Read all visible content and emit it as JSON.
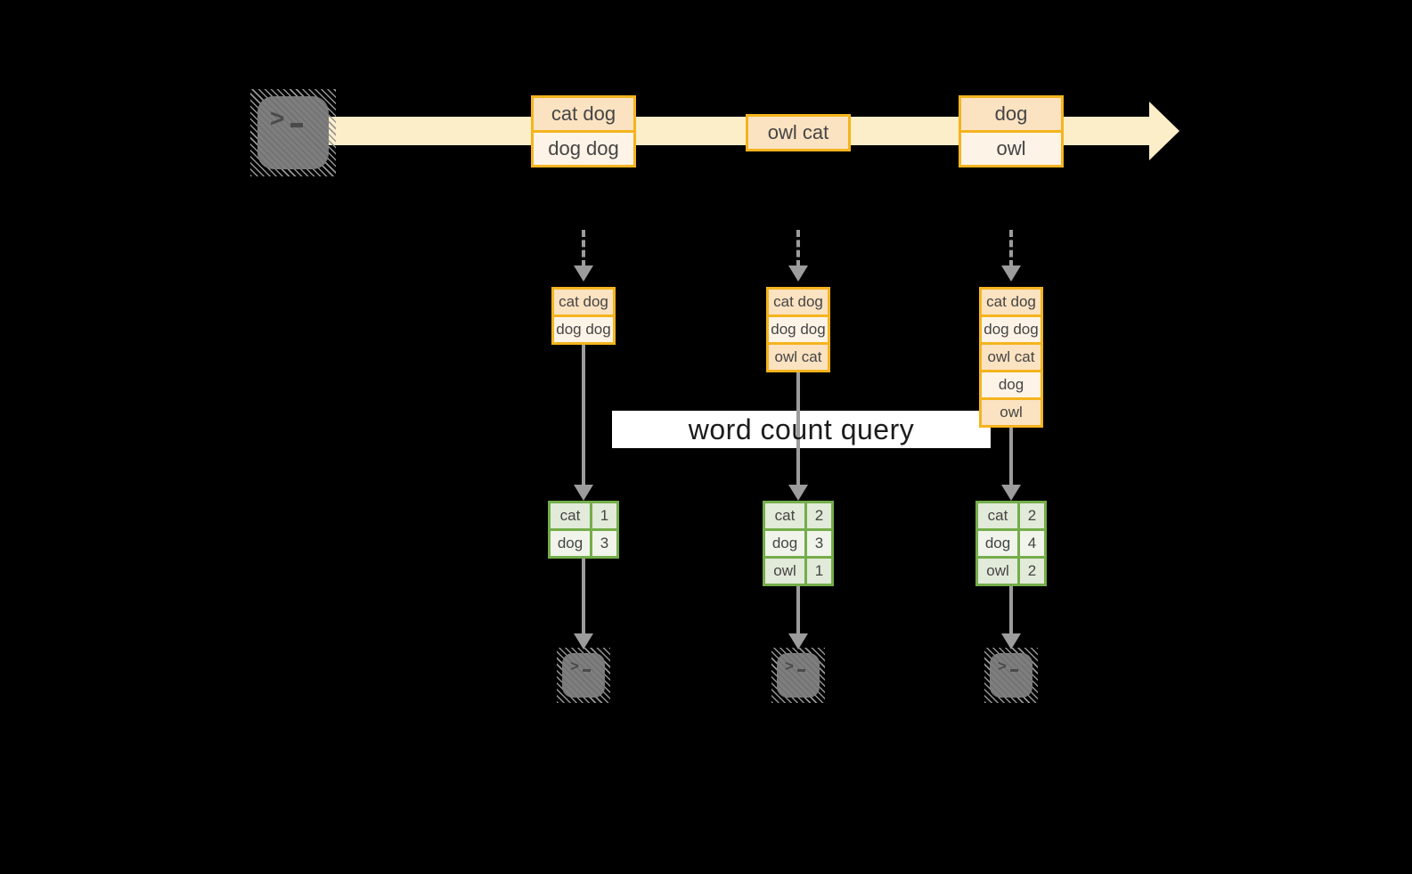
{
  "title": {
    "label": "word count query"
  },
  "icons": {
    "terminal_prompt": ">",
    "source_terminal": "terminal-icon",
    "sink_terminal": "terminal-icon",
    "stream_arrow": "right-arrow-icon",
    "trigger_arrow": "dashed-down-arrow-icon",
    "flow_arrow": "down-arrow-icon"
  },
  "stream": {
    "batches": [
      {
        "records": [
          "cat dog",
          "dog dog"
        ]
      },
      {
        "records": [
          "owl cat"
        ]
      },
      {
        "records": [
          "dog",
          "owl"
        ]
      }
    ]
  },
  "columns": [
    {
      "accumulated_input": [
        "cat dog",
        "dog dog"
      ],
      "word_counts": [
        {
          "word": "cat",
          "count": 1
        },
        {
          "word": "dog",
          "count": 3
        }
      ]
    },
    {
      "accumulated_input": [
        "cat dog",
        "dog dog",
        "owl cat"
      ],
      "word_counts": [
        {
          "word": "cat",
          "count": 2
        },
        {
          "word": "dog",
          "count": 3
        },
        {
          "word": "owl",
          "count": 1
        }
      ]
    },
    {
      "accumulated_input": [
        "cat dog",
        "dog dog",
        "owl cat",
        "dog",
        "owl"
      ],
      "word_counts": [
        {
          "word": "cat",
          "count": 2
        },
        {
          "word": "dog",
          "count": 4
        },
        {
          "word": "owl",
          "count": 2
        }
      ]
    }
  ],
  "colors": {
    "background": "#000000",
    "stream-band": "#FBEEC9",
    "box-border": "#F5B41E",
    "row-peach": "#FBE2C1",
    "row-cream": "#FDF3E6",
    "table-border": "#74AD4A",
    "cell-green-dark": "#E2EAD9",
    "cell-green-light": "#F0F4EA",
    "arrow-gray": "#9C9C9C",
    "query-band": "#FFFFFF",
    "box-text": "#454545",
    "title-text": "#1C1C1C",
    "terminal-gray": "#7E7E7E",
    "terminal-glyph": "#4A4A4A"
  }
}
